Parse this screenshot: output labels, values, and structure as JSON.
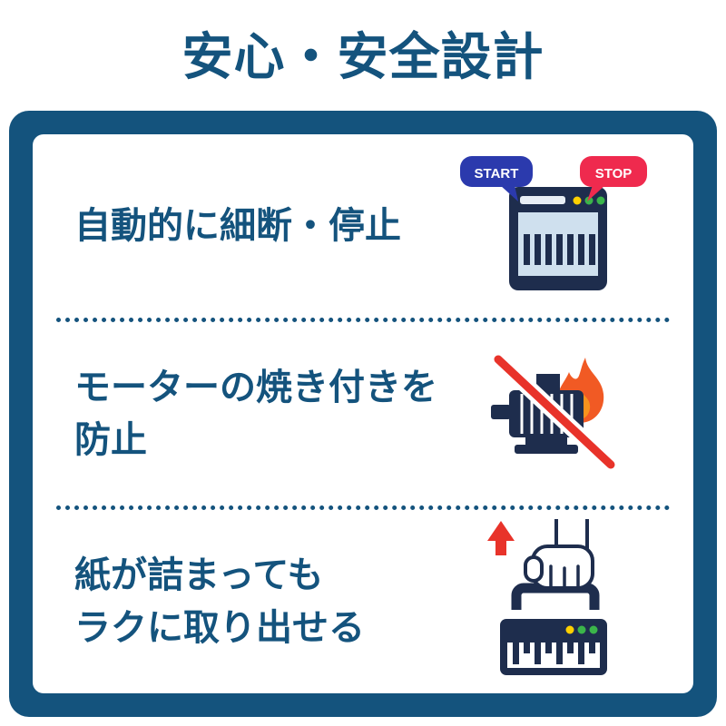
{
  "title": "安心・安全設計",
  "colors": {
    "primary_blue": "#14537d",
    "icon_navy": "#1e2d4d",
    "shredder_panel_light_blue": "#cfe0ee",
    "start_bubble_blue": "#2b3aad",
    "stop_bubble_red": "#ef2a4e",
    "flame_orange": "#f15a24",
    "flame_inner_orange": "#f8931d",
    "prohibition_red": "#e8332a",
    "arrow_red": "#e8332a",
    "dot_yellow": "#ffd000",
    "dot_green": "#3bb54a"
  },
  "features": [
    {
      "line1": "自動的に細断・停止",
      "line2": "",
      "icon": "shredder-auto-start-stop",
      "bubble_start": "START",
      "bubble_stop": "STOP"
    },
    {
      "line1": "モーターの焼き付きを",
      "line2": "防止",
      "icon": "motor-burnout-prevention"
    },
    {
      "line1": "紙が詰まっても",
      "line2": "ラクに取り出せる",
      "icon": "paper-jam-easy-removal"
    }
  ]
}
